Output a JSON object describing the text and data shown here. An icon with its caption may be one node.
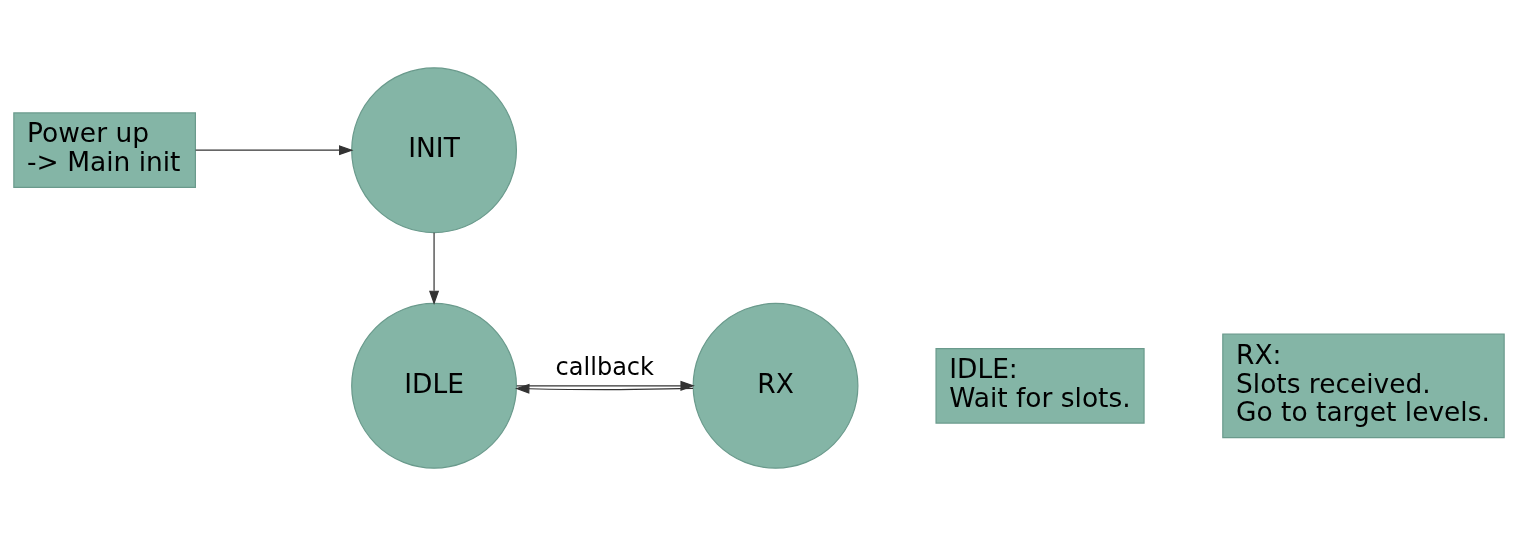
{
  "diagram": {
    "nodes": [
      {
        "text": [
          "Power up -> Main init"
        ]
      },
      {
        "text": [
          "INIT"
        ]
      },
      {
        "text": [
          "IDLE"
        ]
      },
      {
        "text": [
          "RX"
        ]
      },
      {
        "text": [
          "IDLE:",
          "Wait for slots."
        ]
      },
      {
        "text": [
          "RX:",
          "Slots received. Go to target levels."
        ]
      }
    ],
    "edges": [
      {
        "from": 0,
        "to": 1,
        "arrow": "to"
      },
      {
        "from": 1,
        "to": 2,
        "arrow": "to"
      },
      {
        "from": 2,
        "to": 3,
        "arrow": "to",
        "label": "callback"
      },
      {
        "from": 3,
        "to": 2,
        "arrow": "to"
      }
    ]
  }
}
